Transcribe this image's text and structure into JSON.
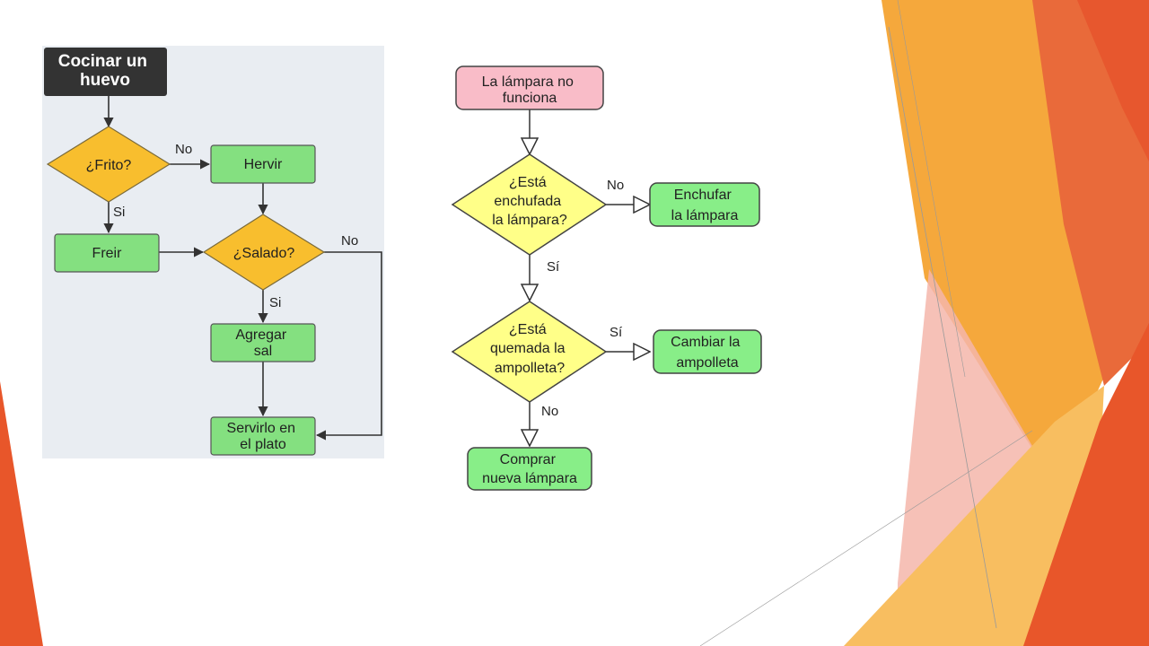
{
  "colors": {
    "accent_orange": "#F7A436",
    "accent_red": "#E8562A",
    "accent_pink": "#F4B6AA",
    "egg_panel_bg": "#E9EDF2",
    "egg_start": "#333333",
    "egg_process": "#84E080",
    "egg_decision": "#F8BE2E",
    "lamp_start": "#F9BCC8",
    "lamp_decision": "#FFFF88",
    "lamp_process": "#88EE88"
  },
  "egg_flowchart": {
    "start": [
      "Cocinar un",
      "huevo"
    ],
    "fried_question": "¿Frito?",
    "boil": "Hervir",
    "fry": "Freir",
    "salted_question": "¿Salado?",
    "add_salt": [
      "Agregar",
      "sal"
    ],
    "serve": [
      "Servirlo en",
      "el plato"
    ],
    "labels": {
      "fried_no": "No",
      "fried_yes": "Si",
      "salted_no": "No",
      "salted_yes": "Si"
    }
  },
  "lamp_flowchart": {
    "start": [
      "La lámpara no",
      "funciona"
    ],
    "plugged_question": [
      "¿Está",
      "enchufada",
      "la lámpara?"
    ],
    "plug_in": [
      "Enchufar",
      "la lámpara"
    ],
    "burnt_question": [
      "¿Está",
      "quemada la",
      "ampolleta?"
    ],
    "replace_bulb": [
      "Cambiar la",
      "ampolleta"
    ],
    "buy_new": [
      "Comprar",
      "nueva lámpara"
    ],
    "labels": {
      "plugged_no": "No",
      "plugged_yes": "Sí",
      "burnt_yes": "Sí",
      "burnt_no": "No"
    }
  }
}
